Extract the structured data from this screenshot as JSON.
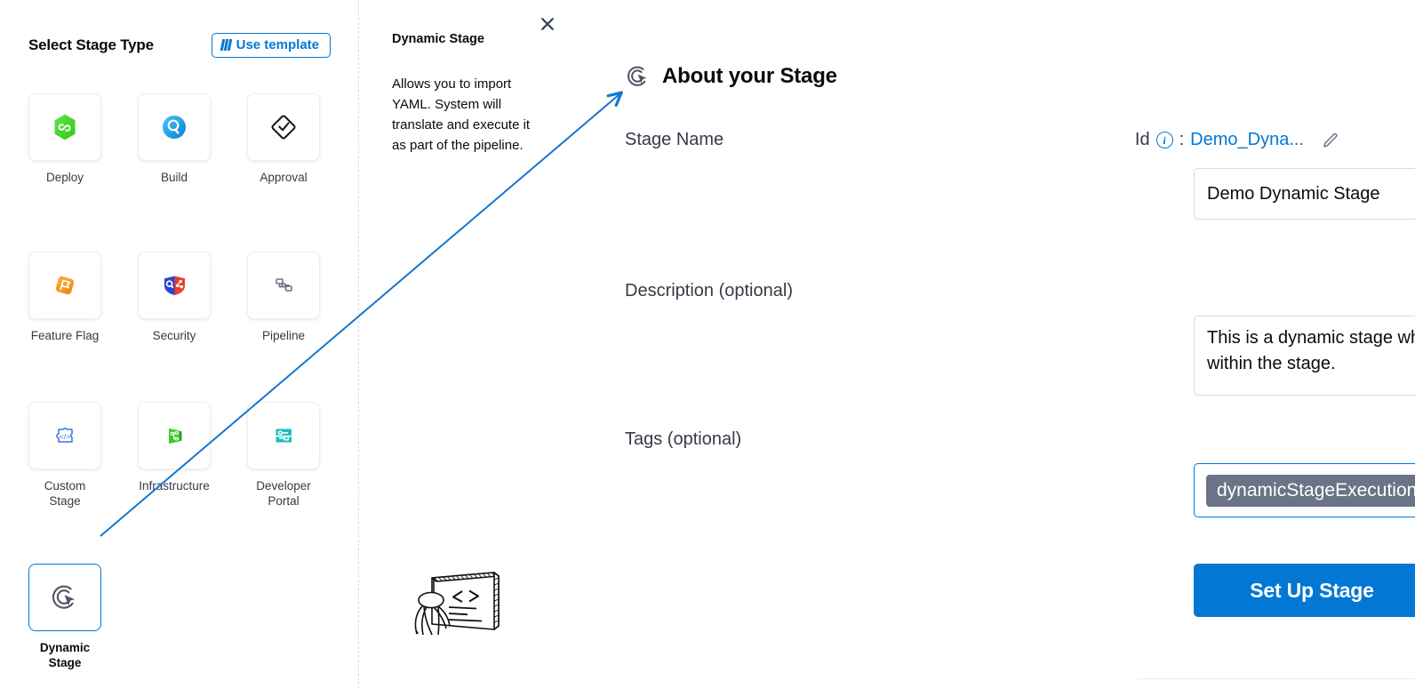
{
  "left_panel": {
    "title": "Select Stage Type",
    "use_template_label": "Use template",
    "accent_color": "#0278d4",
    "stage_types": [
      {
        "label": "Deploy",
        "icon": "deploy-hexagon-icon",
        "selected": false
      },
      {
        "label": "Build",
        "icon": "build-magnifier-icon",
        "selected": false
      },
      {
        "label": "Approval",
        "icon": "approval-diamond-check-icon",
        "selected": false
      },
      {
        "label": "Feature Flag",
        "icon": "feature-flag-icon",
        "selected": false
      },
      {
        "label": "Security",
        "icon": "security-shields-icon",
        "selected": false
      },
      {
        "label": "Pipeline",
        "icon": "pipeline-nodes-icon",
        "selected": false
      },
      {
        "label": "Custom Stage",
        "icon": "custom-stage-code-icon",
        "selected": false
      },
      {
        "label": "Infrastructure",
        "icon": "infrastructure-icon",
        "selected": false
      },
      {
        "label": "Developer Portal",
        "icon": "developer-portal-icon",
        "selected": false
      },
      {
        "label": "Dynamic Stage",
        "icon": "dynamic-stage-cursor-target-icon",
        "selected": true
      }
    ]
  },
  "middle_panel": {
    "title": "Dynamic Stage",
    "description": "Allows you to import YAML. System will translate and execute it as part of the pipeline.",
    "close_icon": "close-icon",
    "illustration": "person-presenting-code-screen-illustration"
  },
  "right_panel": {
    "heading": "About your Stage",
    "heading_icon": "dynamic-stage-cursor-target-icon",
    "stage_name": {
      "label": "Stage Name",
      "value": "Demo Dynamic Stage",
      "placeholder": "Enter Stage Name"
    },
    "id_field": {
      "label": "Id",
      "separator": ":",
      "value": "Demo_Dyna...",
      "info_glyph": "i",
      "edit_icon": "pencil-edit-icon",
      "value_color": "#0278d4"
    },
    "description": {
      "label": "Description (optional)",
      "value": "This is a dynamic stage which allows you to import & execute pipeline YAML on the fly within the stage.",
      "placeholder": "Description"
    },
    "tags": {
      "label": "Tags (optional)",
      "chips": [
        {
          "text": "dynamicStageExecution",
          "remove_icon": "tag-remove-icon"
        }
      ],
      "chip_color": "#6b7486",
      "border_color": "#0278d4"
    },
    "submit_label": "Set Up Stage",
    "submit_color": "#0278d4"
  },
  "annotation": {
    "arrow": "blue-pointer-arrow",
    "arrow_color": "#1476d1"
  }
}
